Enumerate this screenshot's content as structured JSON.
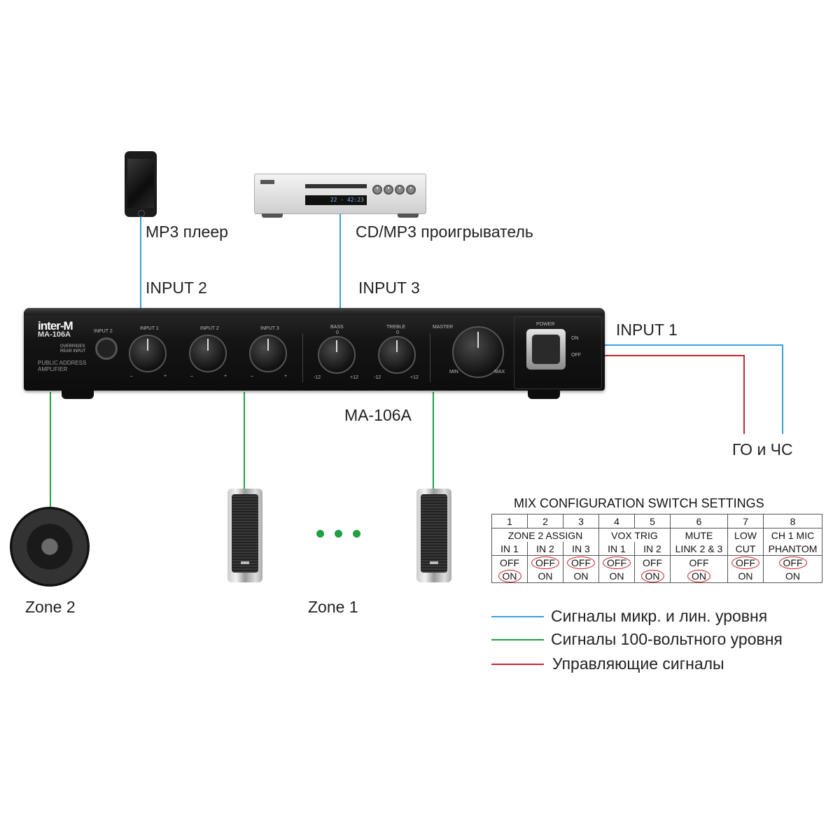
{
  "devices": {
    "mp3_label": "MP3 плеер",
    "cd_label": "CD/MP3 проигрыватель",
    "cd_display": "22 - 42:23",
    "amp_brand": "inter-M",
    "amp_model": "MA-106A",
    "amp_model_label": "MA-106A",
    "amp_tagline": "PUBLIC ADDRESS AMPLIFIER",
    "amp_input2_panel": "INPUT 2",
    "amp_override_text": "OVERRIDES REAR INPUT",
    "ctl_input1": "INPUT 1",
    "ctl_input2": "INPUT 2",
    "ctl_input3": "INPUT 3",
    "ctl_bass": "BASS",
    "ctl_treble": "TREBLE",
    "ctl_master": "MASTER",
    "ctl_power": "POWER",
    "ctl_on": "ON",
    "ctl_off": "OFF",
    "ctl_min": "MIN",
    "ctl_max": "MAX",
    "ctl_minus12": "-12",
    "ctl_plus12": "+12",
    "ctl_zero": "0",
    "ctl_minus": "–",
    "ctl_plus": "+"
  },
  "connections": {
    "input2": "INPUT 2",
    "input3": "INPUT 3",
    "input1": "INPUT 1",
    "go_chs": "ГО и ЧС"
  },
  "zones": {
    "zone2": "Zone 2",
    "zone1": "Zone 1"
  },
  "switch_table": {
    "title": "MIX CONFIGURATION SWITCH SETTINGS",
    "numbers": [
      "1",
      "2",
      "3",
      "4",
      "5",
      "6",
      "7",
      "8"
    ],
    "group_zone2": "ZONE 2  ASSIGN",
    "group_vox": "VOX  TRIG",
    "group_mute": "MUTE",
    "group_low": "LOW",
    "group_ch1": "CH 1 MIC",
    "sub": [
      "IN 1",
      "IN 2",
      "IN 3",
      "IN 1",
      "IN 2",
      "LINK 2 & 3",
      "CUT",
      "PHANTOM"
    ],
    "off": "OFF",
    "on": "ON"
  },
  "legend": {
    "blue_label": "Сигналы микр. и лин. уровня",
    "green_label": "Сигналы 100-вольтного уровня",
    "red_label": "Управляющие сигналы",
    "blue_color": "#3aa0d8",
    "green_color": "#1fa045",
    "red_color": "#c8242e"
  }
}
